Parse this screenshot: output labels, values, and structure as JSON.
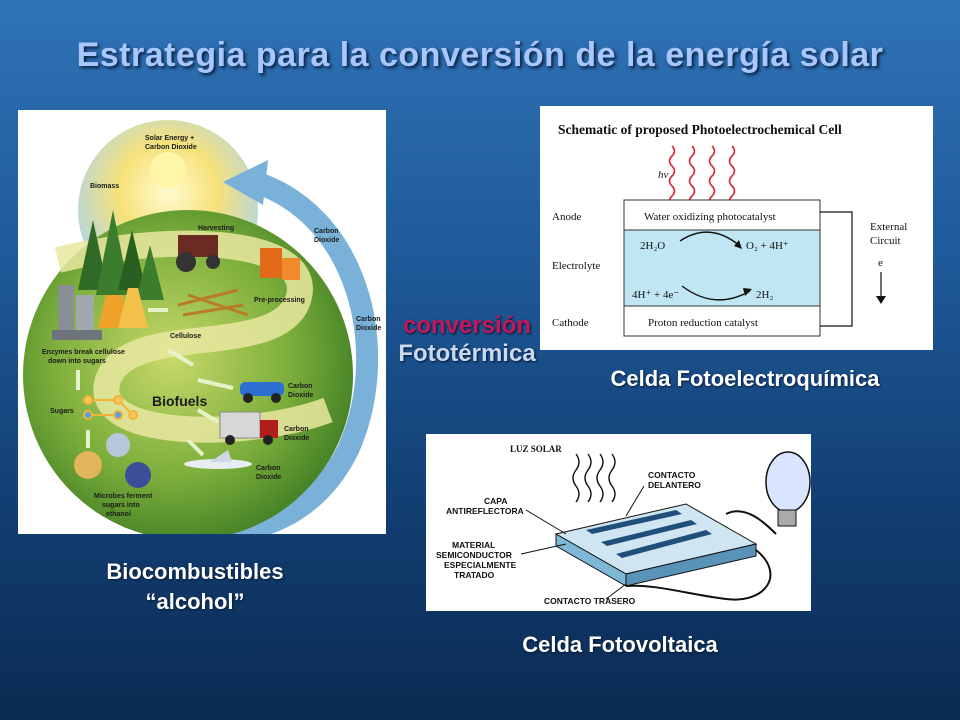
{
  "slide": {
    "title": "Estrategia para la conversión de la energía solar"
  },
  "colors": {
    "background_top": "#2f73b6",
    "background_bottom": "#0b2a52",
    "title": "#a9c7ff",
    "photothermal_line1": "#c2185b",
    "photothermal_line2": "#c9d9f0",
    "caption": "#ffffff"
  },
  "biofuels": {
    "caption_line1": "Biocombustibles",
    "caption_line2": "“alcohol”",
    "labels": {
      "solar": [
        "Solar Energy +",
        "Carbon Dioxide"
      ],
      "biomass": "Biomass",
      "harvesting": "Harvesting",
      "carbon_dioxide": "Carbon",
      "dioxide": "Dioxide",
      "preprocessing": "Pre-processing",
      "cellulose": "Cellulose",
      "enzymes": [
        "Enzymes break cellulose",
        "down into sugars"
      ],
      "sugars": "Sugars",
      "biofuels": "Biofuels",
      "microbes": [
        "Microbes ferment",
        "sugars into",
        "ethanol"
      ]
    }
  },
  "photothermal": {
    "line1": "conversión",
    "line2": "Fototérmica"
  },
  "pec": {
    "caption": "Celda Fotoelectroquímica",
    "schematic_title": "Schematic of proposed Photoelectrochemical Cell",
    "hv": "hv",
    "anode": "Anode",
    "electrolyte": "Electrolyte",
    "cathode": "Cathode",
    "external": "External",
    "circuit": "Circuit",
    "electron": "e",
    "top_layer": "Water oxidizing photocatalyst",
    "bottom_layer": "Proton reduction catalyst",
    "reaction1_left": "2H₂O",
    "reaction1_right": "O₂ + 4H⁺",
    "reaction2_left": "4H⁺ + 4e⁻",
    "reaction2_right": "2H₂"
  },
  "pv": {
    "caption": "Celda Fotovoltaica",
    "luz_solar": "LUZ SOLAR",
    "contacto_delantero": [
      "CONTACTO",
      "DELANTERO"
    ],
    "capa": [
      "CAPA",
      "ANTIREFLECTORA"
    ],
    "material": [
      "MATERIAL",
      "SEMICONDUCTOR",
      "ESPECIALMENTE",
      "TRATADO"
    ],
    "contacto_trasero": "CONTACTO TRASERO"
  }
}
